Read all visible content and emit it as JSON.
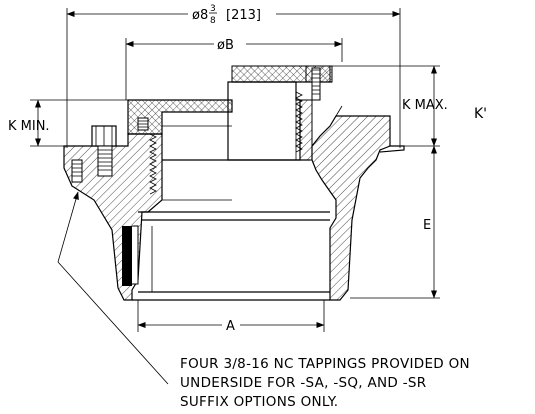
{
  "dimensions": {
    "overall_prefix": "ø8",
    "overall_frac_num": "3",
    "overall_frac_den": "8",
    "overall_metric": "[213]",
    "b": "øB",
    "k_max": "K MAX.",
    "k_prime": "K'",
    "k_min": "K MIN.",
    "e": "E",
    "a": "A"
  },
  "note_lines": [
    "FOUR 3/8-16 NC TAPPINGS PROVIDED ON",
    "UNDERSIDE FOR -SA, -SQ, AND -SR",
    "SUFFIX OPTIONS ONLY."
  ]
}
